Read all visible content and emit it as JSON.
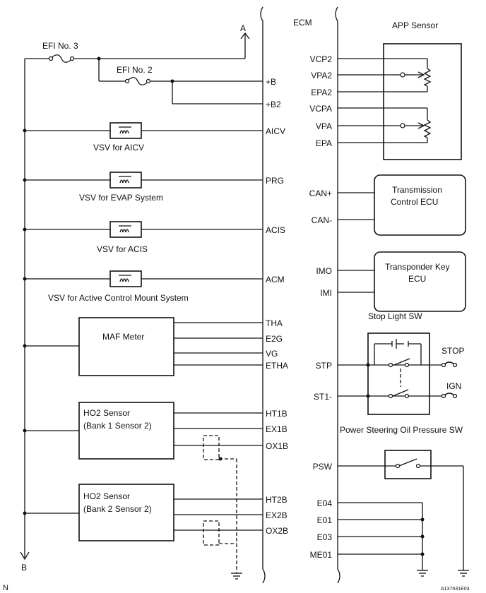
{
  "ecm": {
    "title": "ECM"
  },
  "connectors": {
    "a": "A",
    "b": "B"
  },
  "fuses": {
    "efi3": "EFI No. 3",
    "efi2": "EFI No. 2"
  },
  "vsv": {
    "aicv": "VSV for AICV",
    "evap": "VSV for EVAP System",
    "acis": "VSV for ACIS",
    "acm": "VSV for Active Control Mount System"
  },
  "maf": "MAF Meter",
  "ho2_bank1": {
    "line1": "HO2 Sensor",
    "line2": "(Bank 1 Sensor 2)"
  },
  "ho2_bank2": {
    "line1": "HO2 Sensor",
    "line2": "(Bank 2 Sensor 2)"
  },
  "ecm_left_pins": {
    "b": "+B",
    "b2": "+B2",
    "aicv": "AICV",
    "prg": "PRG",
    "acis": "ACIS",
    "acm": "ACM",
    "tha": "THA",
    "e2g": "E2G",
    "vg": "VG",
    "etha": "ETHA",
    "ht1b": "HT1B",
    "ex1b": "EX1B",
    "ox1b": "OX1B",
    "ht2b": "HT2B",
    "ex2b": "EX2B",
    "ox2b": "OX2B"
  },
  "ecm_right_pins": {
    "vcp2": "VCP2",
    "vpa2": "VPA2",
    "epa2": "EPA2",
    "vcpa": "VCPA",
    "vpa": "VPA",
    "epa": "EPA",
    "canp": "CAN+",
    "canm": "CAN-",
    "imo": "IMO",
    "imi": "IMI",
    "stp": "STP",
    "st1": "ST1-",
    "psw": "PSW",
    "e04": "E04",
    "e01": "E01",
    "e03": "E03",
    "me01": "ME01"
  },
  "app_sensor": "APP Sensor",
  "tcm": {
    "line1": "Transmission",
    "line2": "Control ECU"
  },
  "transponder": {
    "line1": "Transponder Key",
    "line2": "ECU"
  },
  "stop_light_sw": "Stop Light SW",
  "stop": "STOP",
  "ign": "IGN",
  "ps_sw": "Power Steering Oil Pressure SW",
  "corner": {
    "left": "N",
    "right": "A137631E03"
  }
}
